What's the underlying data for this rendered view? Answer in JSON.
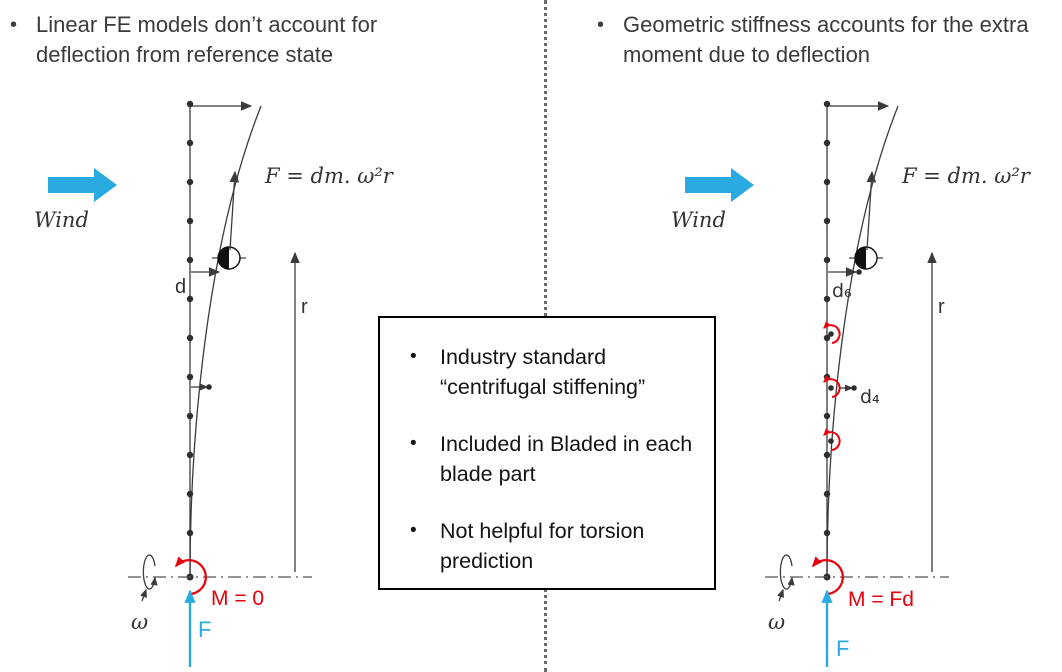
{
  "colors": {
    "wind_blue": "#29ABE2",
    "moment_red": "#E8000D",
    "ink": "#3B3B3B"
  },
  "ui": {
    "bullet_char": "•"
  },
  "bullets": {
    "left": "Linear FE models don’t account for deflection from reference state",
    "right": "Geometric stiffness accounts for the extra moment due to deflection"
  },
  "center_box": {
    "items": [
      "Industry standard “centrifugal stiffening”",
      "Included in Bladed in each blade part",
      "Not helpful for torsion prediction"
    ]
  },
  "left_figure": {
    "wind_label": "Wind",
    "force_formula": "F = dm. ω²r",
    "d_label": "d",
    "r_label": "r",
    "moment_label": "M = 0",
    "force_label": "F",
    "omega_label": "ω"
  },
  "right_figure": {
    "wind_label": "Wind",
    "force_formula": "F = dm. ω²r",
    "d6_label": "d₆",
    "d4_label": "d₄",
    "r_label": "r",
    "moment_label": "M = Fd",
    "force_label": "F",
    "omega_label": "ω"
  }
}
